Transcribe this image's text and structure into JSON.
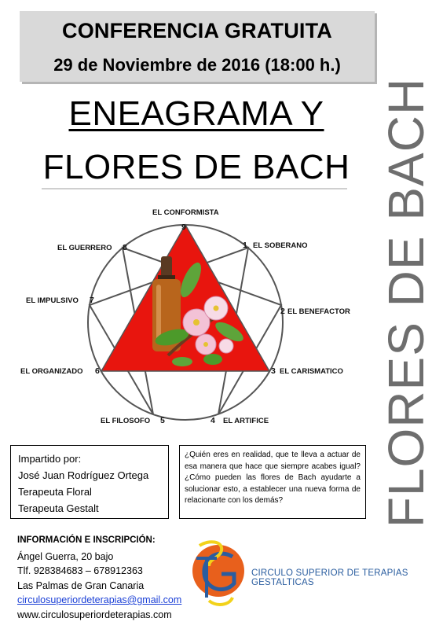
{
  "header": {
    "line1": "CONFERENCIA GRATUITA",
    "line2": "29 de Noviembre de 2016 (18:00 h.)"
  },
  "title": {
    "line1": "ENEAGRAMA Y",
    "line2": "FLORES DE BACH"
  },
  "side_title": "FLORES DE BACH",
  "enneagram": {
    "points": [
      {
        "num": "9",
        "label": "EL CONFORMISTA"
      },
      {
        "num": "1",
        "label": "EL SOBERANO"
      },
      {
        "num": "2",
        "label": "EL BENEFACTOR"
      },
      {
        "num": "3",
        "label": "EL CARISMATICO"
      },
      {
        "num": "4",
        "label": "EL ARTIFICE"
      },
      {
        "num": "5",
        "label": "EL FILOSOFO"
      },
      {
        "num": "6",
        "label": "EL ORGANIZADO"
      },
      {
        "num": "7",
        "label": "EL IMPULSIVO"
      },
      {
        "num": "8",
        "label": "EL GUERRERO"
      }
    ],
    "colors": {
      "triangle": "#e8150e",
      "lines": "#555555",
      "bottle": "#b8651c",
      "flower": "#f3c2d6"
    }
  },
  "presenter": {
    "heading": "Impartido por:",
    "name": "José Juan Rodríguez Ortega",
    "role1": "Terapeuta Floral",
    "role2": "Terapeuta Gestalt"
  },
  "question": "¿Quién eres en realidad, que te lleva a actuar de esa manera que hace que siempre acabes igual? ¿Cómo pueden las flores de Bach ayudarte a solucionar esto, a establecer una nueva forma de relacionarte con los demás?",
  "info": {
    "heading": "INFORMACIÓN E INSCRIPCIÓN:",
    "address": "Ángel Guerra, 20 bajo",
    "phone": "Tlf. 928384683 – 678912363",
    "city": "Las Palmas de Gran Canaria",
    "email": "circulosuperiordeterapias@gmail.com",
    "web": "www.circulosuperiordeterapias.com"
  },
  "logo": {
    "initials": "C S T G",
    "name": "CIRCULO SUPERIOR DE TERAPIAS GESTALTICAS",
    "colors": {
      "orange": "#e8601c",
      "blue": "#2a5d9f",
      "yellow": "#f2d21a"
    }
  }
}
